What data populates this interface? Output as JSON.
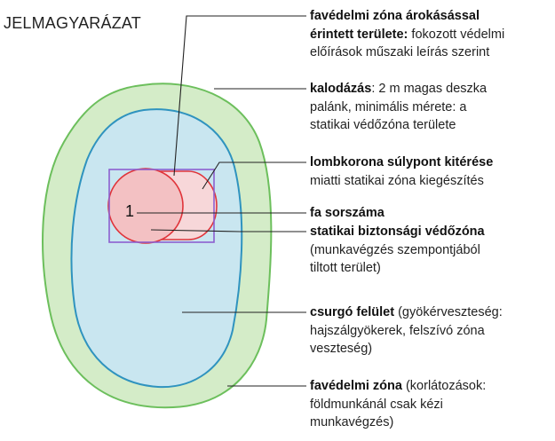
{
  "title": "JELMAGYARÁZAT",
  "tree_number": "1",
  "colors": {
    "protection_zone_fill": "#d4ecc8",
    "protection_zone_stroke": "#6cbf5c",
    "drip_zone_fill": "#c9e6f0",
    "drip_zone_stroke": "#2f93bf",
    "safety_zone_fill": "#f3c1c3",
    "safety_zone_stroke": "#e0343a",
    "fence_stroke": "#8c5fcf",
    "leader_line": "#222222"
  },
  "legend": [
    {
      "id": "trench-zone",
      "bold": "favédelmi zóna árokásással érintett területe:",
      "line1_bold": "favédelmi zóna árokásással",
      "line2_bold": "érintett területe:",
      "line2_rest": " fokozott védelmi",
      "line3": "előírások műszaki leírás szerint"
    },
    {
      "id": "fence",
      "line1_bold": "kalodázás",
      "line1_rest": ": 2 m magas deszka",
      "line2": "palánk, minimális mérete: a",
      "line3": "statikai védőzóna területe"
    },
    {
      "id": "crown-offset",
      "line1_bold": "lombkorona súlypont kitérése",
      "line2": "miatti statikai zóna kiegészítés"
    },
    {
      "id": "tree-number",
      "line1_bold": "fa sorszáma"
    },
    {
      "id": "safety-zone",
      "line1_bold": "statikai biztonsági védőzóna",
      "line2": "(munkavégzés szempontjából",
      "line3": "tiltott terület)"
    },
    {
      "id": "drip-zone",
      "line1_bold": "csurgó felület",
      "line1_rest": " (gyökérveszteség:",
      "line2": "hajszálgyökerek, felszívó zóna",
      "line3": "veszteség)"
    },
    {
      "id": "protection-zone",
      "line1_bold": "favédelmi zóna",
      "line1_rest": " (korlátozások:",
      "line2": "földmunkánál csak kézi",
      "line3": "munkavégzés)"
    }
  ]
}
